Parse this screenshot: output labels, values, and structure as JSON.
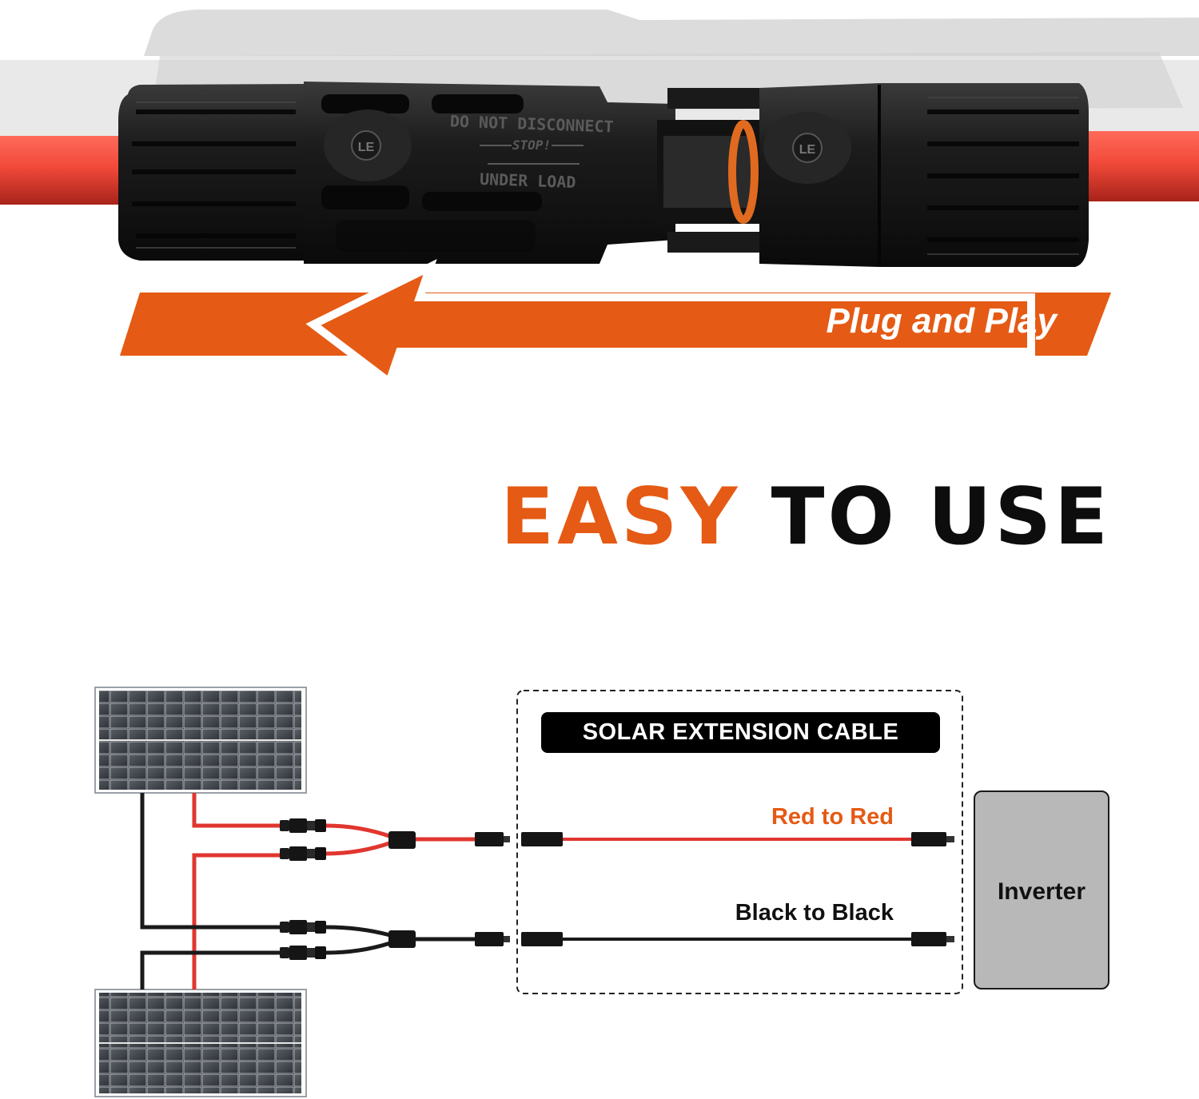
{
  "banner": {
    "label": "Plug and Play"
  },
  "headline": {
    "accent_word": "EASY",
    "rest": "TO USE"
  },
  "connector_markings": {
    "top": "DO NOT DISCONNECT",
    "middle": "STOP!",
    "bottom": "UNDER LOAD"
  },
  "diagram": {
    "cable_tag": "SOLAR EXTENSION CABLE",
    "red_label": "Red to Red",
    "black_label": "Black to Black",
    "inverter_label": "Inverter"
  },
  "colors": {
    "accent_orange": "#e55a14",
    "red_wire": "#e0362f",
    "black_wire": "#1a1a1a",
    "inverter_fill": "#b8b8b8"
  }
}
